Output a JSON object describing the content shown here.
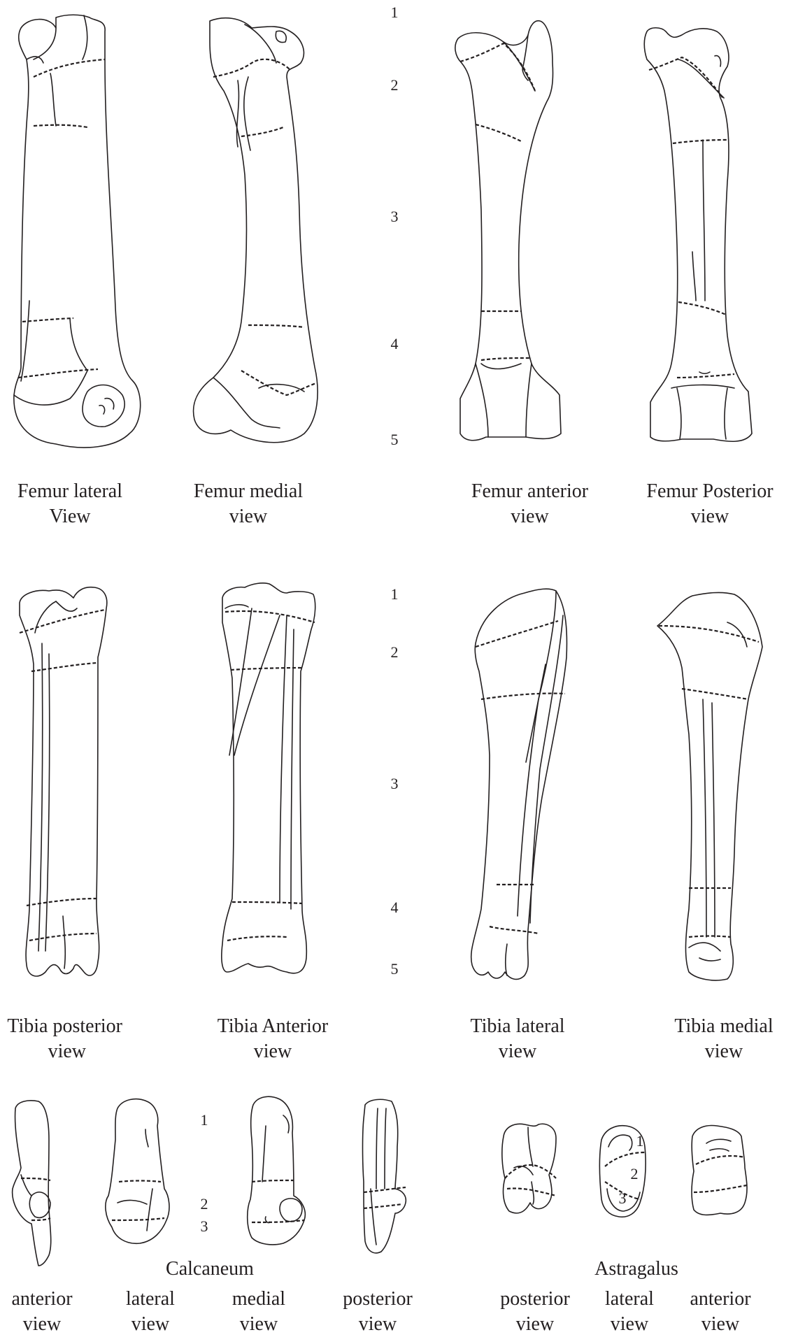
{
  "section_numbers": {
    "femur": [
      "1",
      "2",
      "3",
      "4",
      "5"
    ],
    "tibia": [
      "1",
      "2",
      "3",
      "4",
      "5"
    ],
    "calcaneum": [
      "1",
      "2",
      "3"
    ],
    "astragalus": [
      "1",
      "2",
      "3"
    ]
  },
  "femur": {
    "lateral": [
      "Femur lateral",
      "View"
    ],
    "medial": [
      "Femur medial",
      "view"
    ],
    "anterior": [
      "Femur anterior",
      "view"
    ],
    "posterior": [
      "Femur Posterior",
      "view"
    ]
  },
  "tibia": {
    "posterior": [
      "Tibia posterior",
      "view"
    ],
    "anterior": [
      "Tibia Anterior",
      "view"
    ],
    "lateral": [
      "Tibia lateral",
      "view"
    ],
    "medial": [
      "Tibia medial",
      "view"
    ]
  },
  "calcaneum": {
    "title": "Calcaneum",
    "anterior": [
      "anterior",
      "view"
    ],
    "lateral": [
      "lateral",
      "view"
    ],
    "medial": [
      "medial",
      "view"
    ],
    "posterior": [
      "posterior",
      "view"
    ]
  },
  "astragalus": {
    "title": "Astragalus",
    "posterior": [
      "posterior",
      "view"
    ],
    "lateral": [
      "lateral",
      "view"
    ],
    "anterior": [
      "anterior",
      "view"
    ]
  }
}
